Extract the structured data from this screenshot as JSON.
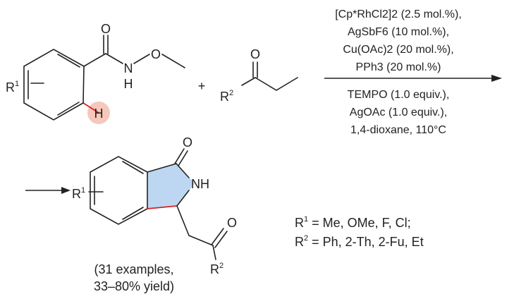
{
  "reactant1": {
    "substituent": "R",
    "substituent_index": "1",
    "carbonyl_O": "O",
    "N": "N",
    "NH_H": "H",
    "methoxy_O": "O",
    "ortho_H": "H",
    "highlight_color": "#f6c8bc"
  },
  "plus": "+",
  "reactant2": {
    "O": "O",
    "substituent": "R",
    "substituent_index": "2"
  },
  "conditions": {
    "above": [
      "[Cp*RhCl2]2 (2.5 mol.%),",
      "AgSbF6 (10 mol.%),",
      "Cu(OAc)2 (20 mol.%),",
      "PPh3 (20 mol.%)"
    ],
    "below": [
      "TEMPO (1.0 equiv.),",
      "AgOAc (1.0 equiv.),",
      "1,4-dioxane, 110°C"
    ]
  },
  "product": {
    "substituent": "R",
    "substituent_index": "1",
    "O": "O",
    "NH": "NH",
    "ketone_O": "O",
    "ketone_substituent": "R",
    "ketone_substituent_index": "2",
    "ring_color": "#bdd7f2",
    "new_bond_color": "#d62020",
    "note_line1": "(31 examples,",
    "note_line2": "33–80% yield)"
  },
  "scope": {
    "r1_label": "R",
    "r1_index": "1",
    "r1_values": " = Me, OMe, F, Cl;",
    "r2_label": "R",
    "r2_index": "2",
    "r2_values": " = Ph, 2-Th, 2-Fu, Et"
  }
}
